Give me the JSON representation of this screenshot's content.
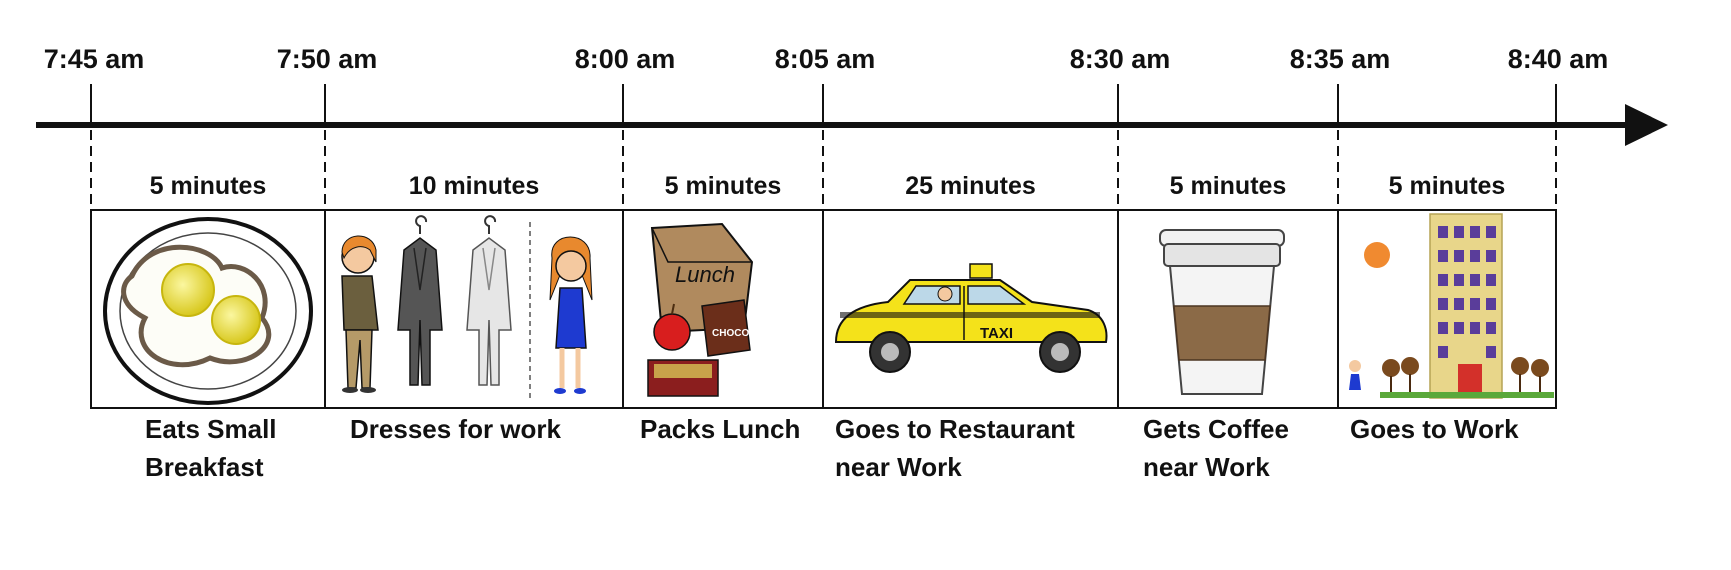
{
  "timeline": {
    "times": [
      "7:45 am",
      "7:50 am",
      "8:00 am",
      "8:05 am",
      "8:30 am",
      "8:35 am",
      "8:40 am"
    ],
    "segments": [
      {
        "duration": "5 minutes",
        "caption": "Eats  Small\nBreakfast",
        "icon": "fried-eggs-plate"
      },
      {
        "duration": "10 minutes",
        "caption": "Dresses  for work",
        "icon": "clothes-and-people"
      },
      {
        "duration": "5 minutes",
        "caption": "Packs Lunch",
        "icon": "lunch-bag"
      },
      {
        "duration": "25 minutes",
        "caption": "Goes to Restaurant\nnear Work",
        "icon": "taxi"
      },
      {
        "duration": "5 minutes",
        "caption": "Gets  Coffee\nnear Work",
        "icon": "coffee-cup"
      },
      {
        "duration": "5 minutes",
        "caption": "Goes to Work",
        "icon": "office-building"
      }
    ],
    "drawn_labels": {
      "lunch": "Lunch",
      "milk": "CHOCO MILK",
      "taxi": "TAXI"
    }
  },
  "colors": {
    "line": "#111111",
    "taxi": "#f4e21a",
    "egg_yolk": "#e8df3a",
    "coffee_sleeve": "#8b6a47",
    "building": "#e8d68a",
    "window": "#5a3d9a",
    "door": "#d3302a",
    "sun": "#f08a30",
    "dress": "#2030c8"
  }
}
